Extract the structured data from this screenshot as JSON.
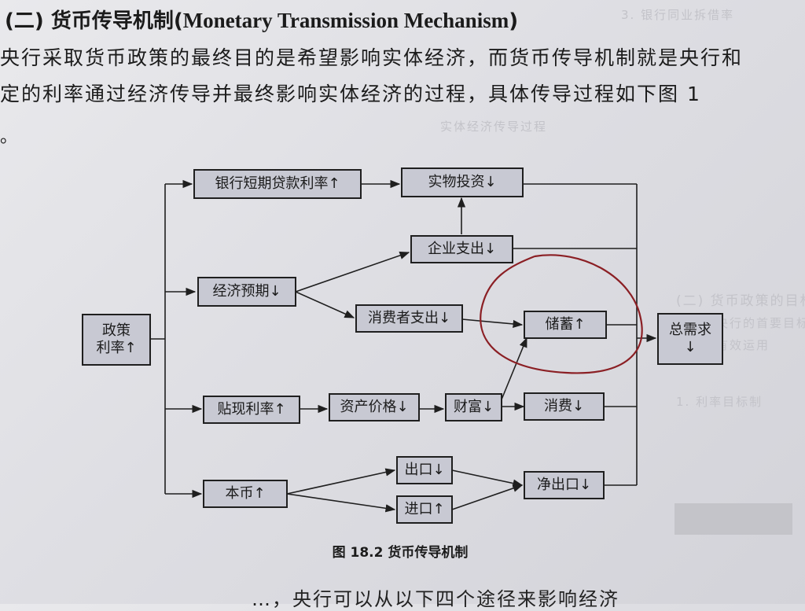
{
  "heading": {
    "zh": "(二) 货币传导机制(",
    "en": "Monetary Transmission Mechanism",
    "close": ")"
  },
  "paragraph": [
    "央行采取货币政策的最终目的是希望影响实体经济，而货币传导机制就是央行和",
    "定的利率通过经济传导并最终影响实体经济的过程，具体传导过程如下图 1",
    "。"
  ],
  "ghost_text": {
    "top_right": "3. 银行同业拆借率",
    "mid1": "实体经济传导过程",
    "right1": "(二) 货币政策的目标",
    "right2": "大部分央行的首要目标",
    "right3": "目标的有效运用",
    "right4": "1. 利率目标制"
  },
  "diagram": {
    "nodes": {
      "policy_rate": "政策\n利率↑",
      "bank_loan_rate": "银行短期贷款利率↑",
      "physical_invest": "实物投资↓",
      "corp_spending": "企业支出↓",
      "econ_expect": "经济预期↓",
      "consumer_spending": "消费者支出↓",
      "savings": "储蓄↑",
      "aggregate_demand": "总需求\n↓",
      "discount_rate": "贴现利率↑",
      "asset_price": "资产价格↓",
      "wealth": "财富↓",
      "consumption": "消费↓",
      "currency": "本币↑",
      "exports": "出口↓",
      "imports": "进口↑",
      "net_exports": "净出口↓"
    },
    "highlight_color": "#8b1f24",
    "box_color": "#c8c9d3"
  },
  "caption": "图 18.2  货币传导机制",
  "bottom_text": "…，央行可以从以下四个途径来影响经济"
}
